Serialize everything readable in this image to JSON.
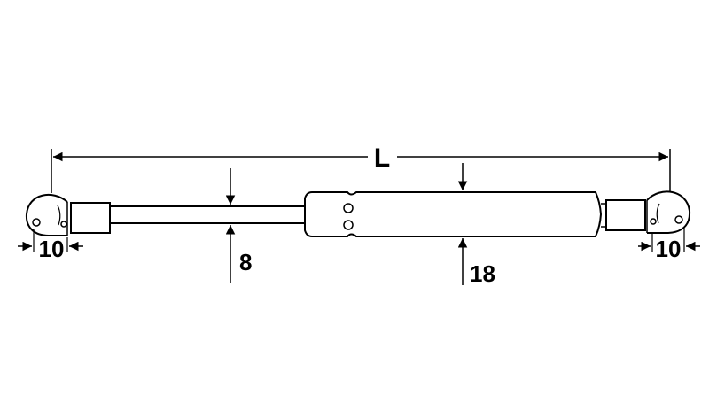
{
  "dimensions": {
    "overall_length": "L",
    "rod_diameter": "8",
    "cylinder_diameter": "18",
    "left_end_fitting": "10",
    "right_end_fitting": "10"
  },
  "colors": {
    "line": "#000000",
    "background": "#ffffff"
  }
}
